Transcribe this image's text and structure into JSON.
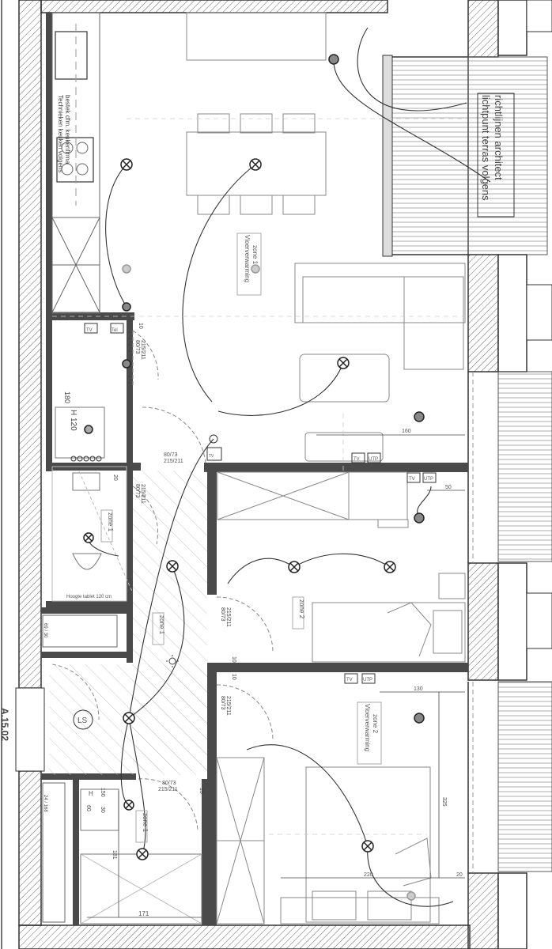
{
  "plan": {
    "unit_id": "A.15.02",
    "terrace_note_line1": "lichtpunt terras volgens",
    "terrace_note_line2": "richtlijnen architect",
    "kitchen_note_line1": "Technieken keuken volgens",
    "kitchen_note_line2": "bestek dfm. keukenfirma",
    "zone_living_line1": "Vloerverwarming",
    "zone_living_line2": "zone 1",
    "zone_bedroom_line1": "Vloerverwarming",
    "zone_bedroom_line2": "zone 2",
    "zone_1_bath": "zone 1",
    "zone_2_bath": "zone 2",
    "zone_1_shower": "zone 1",
    "zone_2_bedroom": "zone 2",
    "zone_1_hall": "zone 1",
    "door_1_line1": "80/73",
    "door_1_line2": "215/211",
    "door_2_line1": "80/73",
    "door_2_line2": "215/211",
    "door_3_line1": "80/73",
    "door_3_line2": "215/211",
    "door_4_line1": "80/73",
    "door_4_line2": "215/211",
    "door_5_line1": "80/73",
    "door_5_line2": "215/211",
    "door_6_line1": "80/73",
    "door_6_line2": "215/211",
    "dim_180": "180",
    "dim_h120": "H 120",
    "dim_160": "160",
    "dim_50": "50",
    "dim_130": "130",
    "dim_325": "325",
    "dim_220": "220",
    "dim_20": "20",
    "dim_171": "171",
    "dim_181": "181",
    "dim_150": "150",
    "dim_30": "30",
    "dim_60": "60",
    "dim_10a": "10",
    "dim_10b": "10",
    "dim_10c": "10",
    "dim_15": "15",
    "dim_20b": "20",
    "tablet_note": "Hoogte tablet 120 cm",
    "radiator_1": "69 / 30",
    "radiator_2": "24 / 168",
    "ls_label": "LS",
    "tv_1": "TV",
    "tv_2": "TV",
    "tv_3": "TV",
    "tv_4": "TV",
    "tv_5": "TV",
    "tel": "Tel",
    "utp_1": "UTP",
    "utp_2": "UTP",
    "utp_3": "UTP",
    "h_label": "H"
  }
}
